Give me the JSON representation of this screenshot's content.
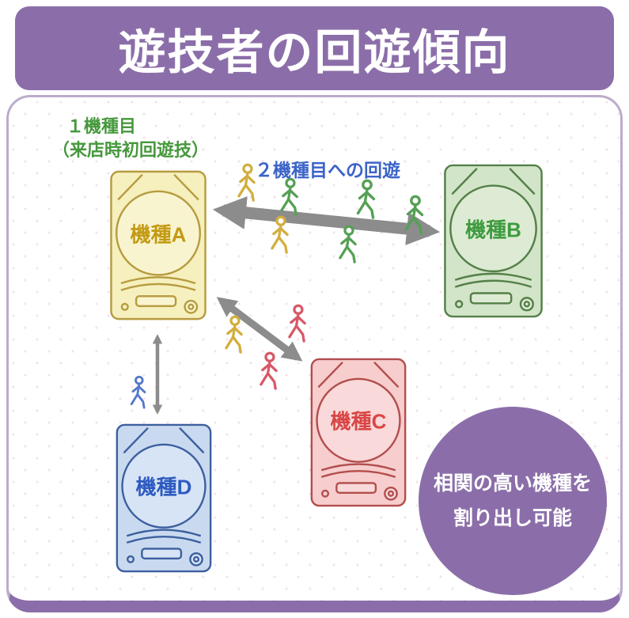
{
  "header": {
    "title": "遊技者の回遊傾向"
  },
  "annotations": {
    "first_machine": {
      "line1": "１機種目",
      "line2": "（来店時初回遊技）"
    },
    "second_machine": {
      "label": "２機種目への回遊"
    }
  },
  "machines": {
    "a": {
      "label": "機種A"
    },
    "b": {
      "label": "機種B"
    },
    "c": {
      "label": "機種C"
    },
    "d": {
      "label": "機種D"
    }
  },
  "callout": {
    "line1": "相関の高い機種を",
    "line2": "割り出し可能"
  },
  "colors": {
    "header_purple": "#8b6ea9",
    "machine_a_fill": "#f6efbe",
    "machine_b_fill": "#d3e5c8",
    "machine_c_fill": "#f7cdcd",
    "machine_d_fill": "#c9daf0",
    "arrow_gray": "#8c8c8c",
    "annotation_green": "#46983c",
    "annotation_blue": "#3b64c8",
    "person_yellow": "#d2ae3e",
    "person_green": "#55a055",
    "person_red": "#d85868",
    "person_blue": "#5577cc"
  }
}
